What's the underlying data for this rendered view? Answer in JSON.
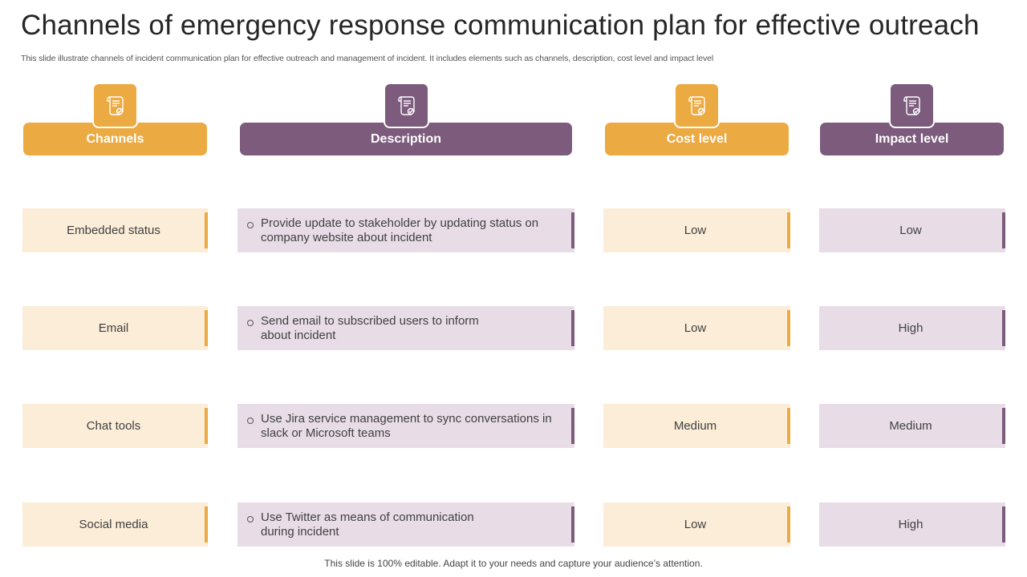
{
  "title": "Channels of emergency response communication plan for effective outreach",
  "subtitle": "This slide illustrate channels of incident communication plan for effective outreach and management of incident. It includes elements such as channels, description, cost level and impact level",
  "headers": {
    "channels": "Channels",
    "description": "Description",
    "cost": "Cost level",
    "impact": "Impact level"
  },
  "header_icon": "document-scroll-icon",
  "rows": [
    {
      "channel": "Embedded status",
      "description": "Provide update to stakeholder by updating status on company website about incident",
      "cost": "Low",
      "impact": "Low"
    },
    {
      "channel": "Email",
      "description": "Send email to subscribed users to inform about incident",
      "cost": "Low",
      "impact": "High"
    },
    {
      "channel": "Chat tools",
      "description": "Use Jira service management to sync conversations in slack or Microsoft teams",
      "cost": "Medium",
      "impact": "Medium"
    },
    {
      "channel": "Social media",
      "description": "Use Twitter as means of communication during incident",
      "cost": "Low",
      "impact": "High"
    }
  ],
  "footer": "This slide is 100% editable. Adapt it to your needs and capture your audience’s attention.",
  "colors": {
    "accent_orange": "#ecaa42",
    "accent_purple": "#7c5b7d",
    "light_orange": "#fbedd8",
    "light_purple": "#e8dde7"
  }
}
